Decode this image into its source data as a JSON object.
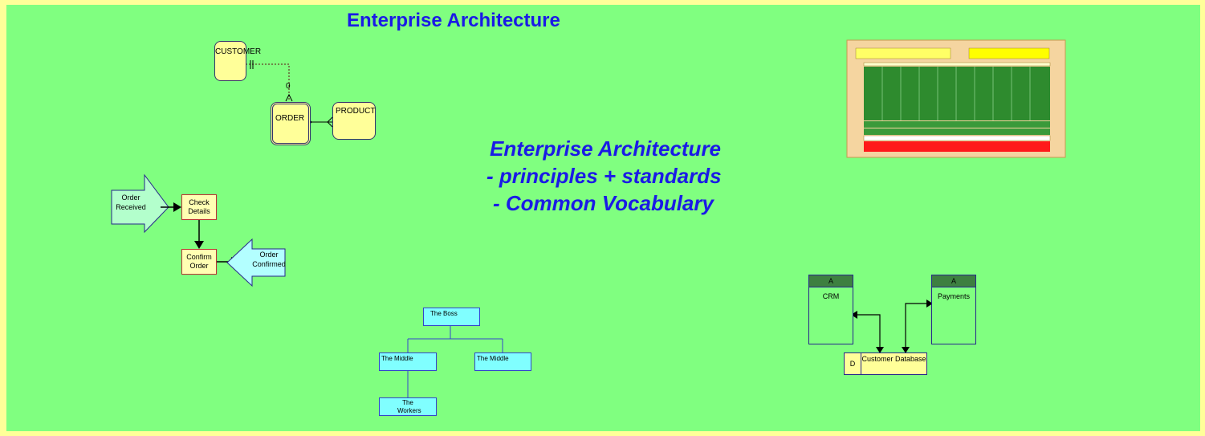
{
  "title": "Enterprise Architecture",
  "center": {
    "line1": "Enterprise Architecture",
    "line2": "- principles + standards",
    "line3": "- Common Vocabulary"
  },
  "er": {
    "customer": "CUSTOMER",
    "order": "ORDER",
    "product": "PRODUCT",
    "zero": "0"
  },
  "process": {
    "order_received": "Order Received",
    "check_details": "Check Details",
    "confirm_order": "Confirm Order",
    "order_confirmed": "Order Confirmed"
  },
  "org": {
    "boss": "The Boss",
    "middle_left": "The Middle",
    "middle_right": "The Middle",
    "workers": "The Workers"
  },
  "apps": {
    "crm_tag": "A",
    "crm": "CRM",
    "payments_tag": "A",
    "payments": "Payments",
    "db_tag": "D",
    "db": "Customer Database"
  },
  "colors": {
    "background": "#80ff80",
    "frame": "#ffff99",
    "title": "#1a1ae6",
    "entity": "#ffff99",
    "org_box": "#80ffff",
    "arch_green": "#2e8b2e",
    "arch_red": "#ff1a1a"
  }
}
